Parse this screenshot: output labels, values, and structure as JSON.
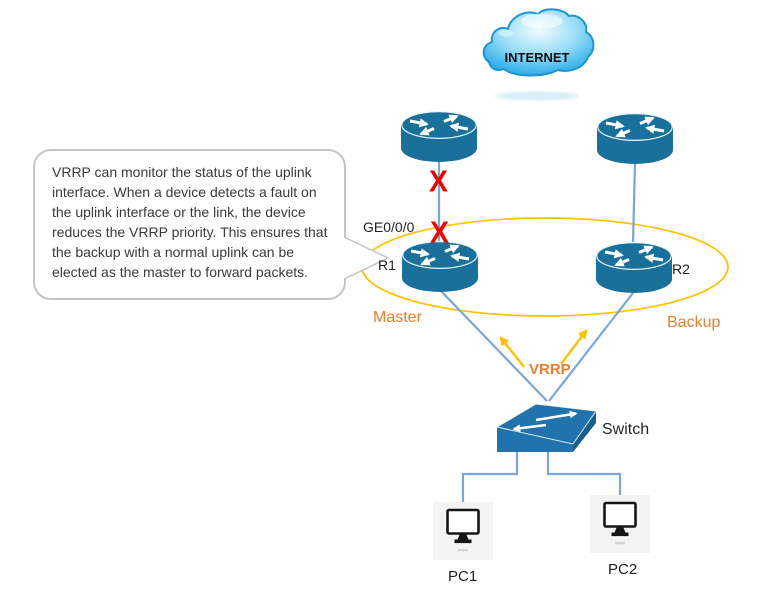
{
  "diagram": {
    "internet": {
      "label": "INTERNET"
    },
    "callout": {
      "text": "VRRP can monitor the status of the uplink interface. When a device detects a fault on the uplink interface or the link, the device reduces the VRRP priority. This ensures that the backup with a normal uplink can be elected as the master to forward packets."
    },
    "labels": {
      "interface": "GE0/0/0",
      "r1": "R1",
      "r2": "R2",
      "r1_role": "Master",
      "r2_role": "Backup",
      "vrrp": "VRRP",
      "switch": "Switch",
      "pc1": "PC1",
      "pc2": "PC2"
    },
    "icons": {
      "link_fault": "X",
      "internet_cloud": "cloud-icon",
      "router": "router-cylinder-icon",
      "switch": "switch-3d-icon",
      "pc": "desktop-monitor-icon"
    },
    "colors": {
      "device": "#19719b",
      "device_switch": "#2173ad",
      "device_switch_side": "#1a5f8c",
      "link": "#79a7d9",
      "ellipse": "#ffc000",
      "accent_orange": "#ed7d31",
      "fault_red": "#e80400",
      "callout_border": "#c4c4c4",
      "text": "#3a3a3a"
    }
  }
}
